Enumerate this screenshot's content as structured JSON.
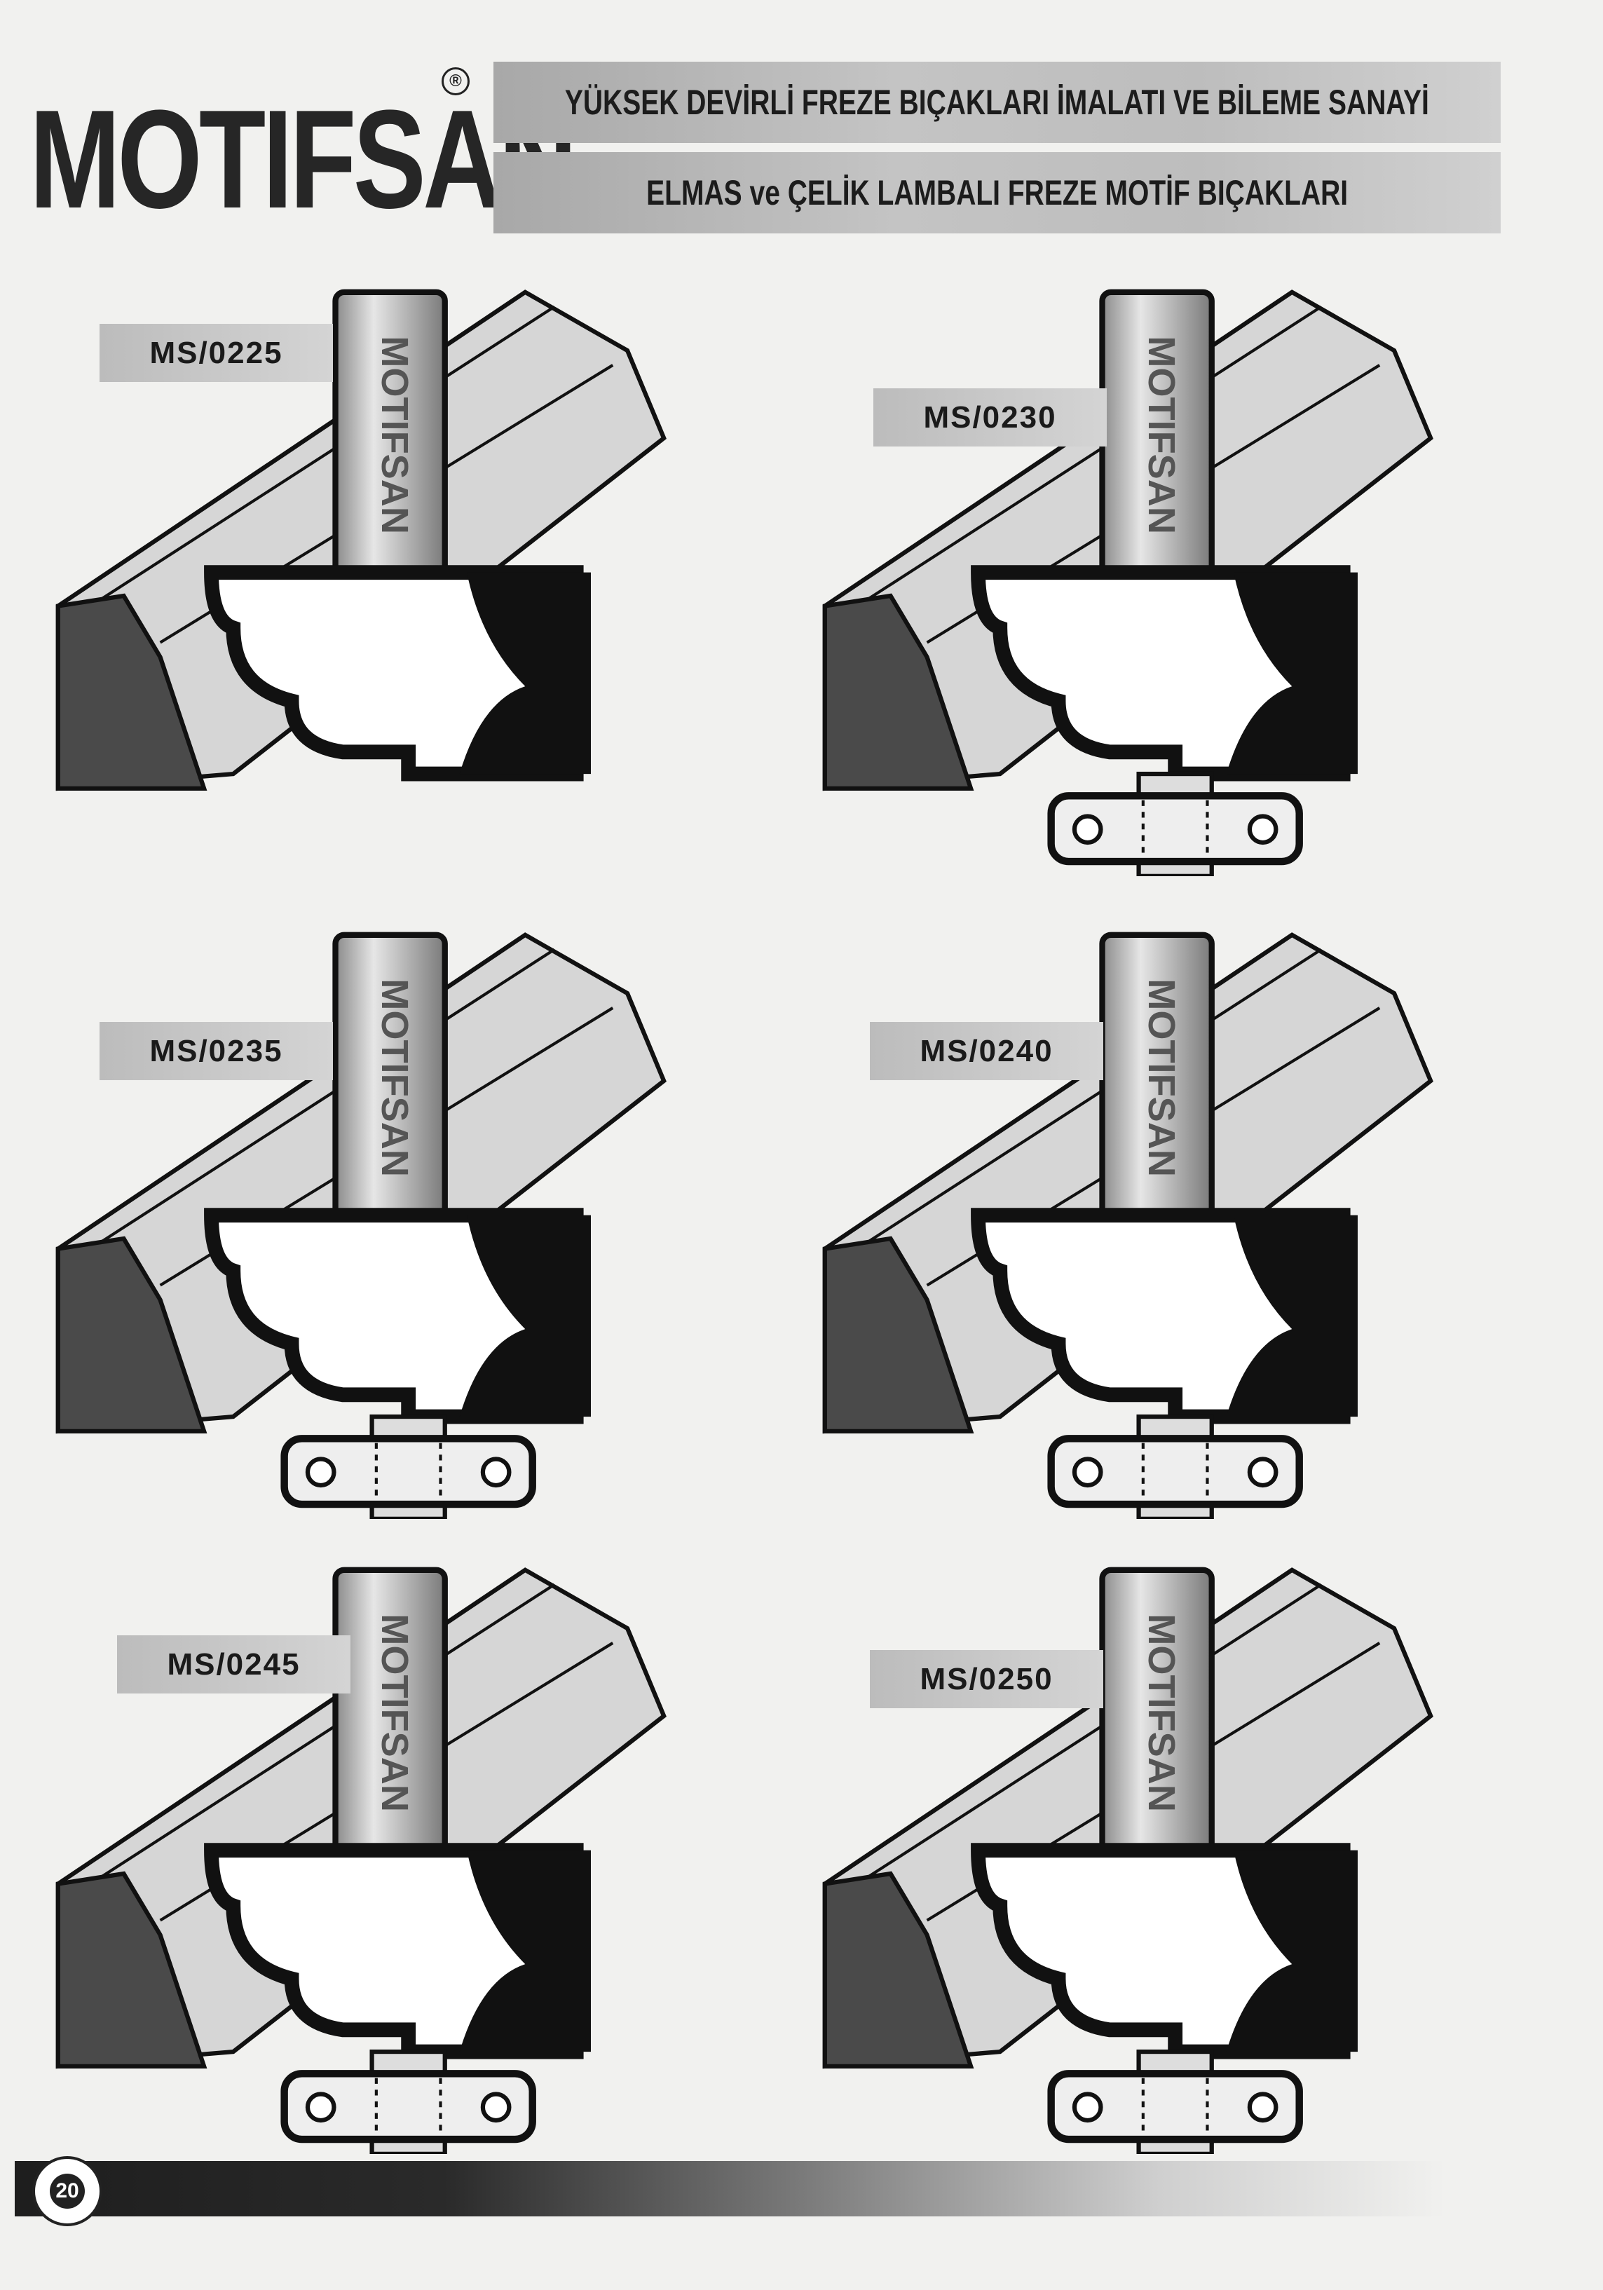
{
  "brand": {
    "name": "MOTIFSAN",
    "registered": "®"
  },
  "header": {
    "line1": "YÜKSEK DEVİRLİ FREZE BIÇAKLARI İMALATI VE BİLEME SANAYİ",
    "line2": "ELMAS ve ÇELİK LAMBALI FREZE MOTİF BIÇAKLARI"
  },
  "products": [
    {
      "code": "MS/0225",
      "shank_text": "MOTIFSAN"
    },
    {
      "code": "MS/0230",
      "shank_text": "MOTIFSAN"
    },
    {
      "code": "MS/0235",
      "shank_text": "MOTIFSAN"
    },
    {
      "code": "MS/0240",
      "shank_text": "MOTIFSAN"
    },
    {
      "code": "MS/0245",
      "shank_text": "MOTIFSAN"
    },
    {
      "code": "MS/0250",
      "shank_text": "MOTIFSAN"
    }
  ],
  "footer": {
    "page_number": "20"
  }
}
